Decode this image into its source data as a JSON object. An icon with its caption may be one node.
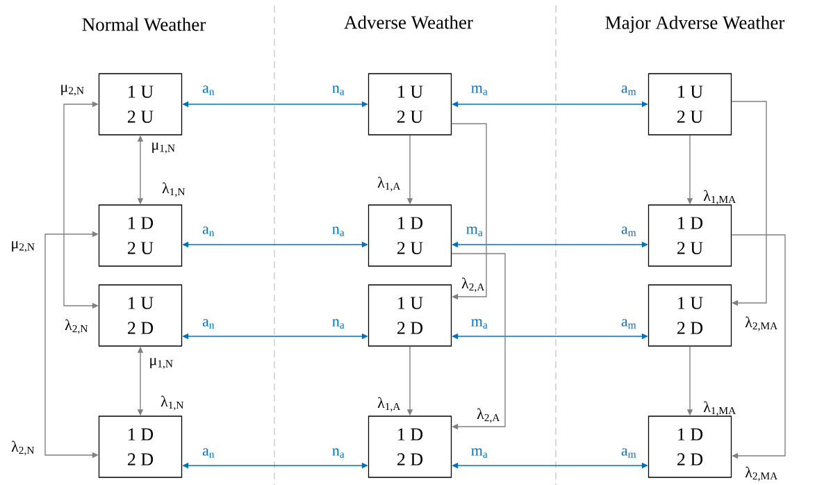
{
  "diagram": {
    "nodes": [
      {
        "text": [
          "1 U",
          "2 U"
        ]
      },
      {
        "text": [
          "1 D",
          "2 U"
        ]
      },
      {
        "text": [
          "1 U",
          "2 D"
        ]
      },
      {
        "text": [
          "1 D",
          "2 D"
        ]
      },
      {
        "text": [
          "1 U",
          "2 U"
        ]
      },
      {
        "text": [
          "1 D",
          "2 U"
        ]
      },
      {
        "text": [
          "1 U",
          "2 D"
        ]
      },
      {
        "text": [
          "1 D",
          "2 D"
        ]
      },
      {
        "text": [
          "1 U",
          "2 U"
        ]
      },
      {
        "text": [
          "1 D",
          "2 U"
        ]
      },
      {
        "text": [
          "1 U",
          "2 D"
        ]
      },
      {
        "text": [
          "1 D",
          "2 D"
        ]
      }
    ],
    "edges": [
      {
        "from": 0,
        "to": 4,
        "arrow": "both",
        "label": "a$_{n}$",
        "color": "#0070c0"
      },
      {
        "from": 1,
        "to": 5,
        "arrow": "both",
        "label": "a$_{n}$",
        "color": "#0070c0"
      },
      {
        "from": 2,
        "to": 6,
        "arrow": "both",
        "label": "a$_{n}$",
        "color": "#0070c0"
      },
      {
        "from": 3,
        "to": 7,
        "arrow": "both",
        "label": "a$_{n}$",
        "color": "#0070c0"
      },
      {
        "from": 4,
        "to": 8,
        "arrow": "both",
        "label": "m$_{a}$",
        "color": "#0070c0"
      },
      {
        "from": 5,
        "to": 9,
        "arrow": "both",
        "label": "m$_{a}$",
        "color": "#0070c0"
      },
      {
        "from": 6,
        "to": 10,
        "arrow": "both",
        "label": "m$_{a}$",
        "color": "#0070c0"
      },
      {
        "from": 7,
        "to": 11,
        "arrow": "both",
        "label": "m$_{a}$",
        "color": "#0070c0"
      },
      {
        "from": 0,
        "to": 1,
        "arrow": "both",
        "label": "μ$_{1,N}$",
        "color": "#808080"
      },
      {
        "from": 2,
        "to": 3,
        "arrow": "both",
        "label": "μ$_{1,N}$",
        "color": "#808080"
      },
      {
        "from": 0,
        "to": 2,
        "arrow": "both",
        "label": "μ$_{2,N}$",
        "color": "#808080"
      },
      {
        "from": 1,
        "to": 3,
        "arrow": "both",
        "label": "μ$_{2,N}$",
        "color": "#808080"
      },
      {
        "from": 4,
        "to": 5,
        "arrow": "to",
        "label": "λ$_{1,A}$",
        "color": "#808080"
      },
      {
        "from": 6,
        "to": 7,
        "arrow": "to",
        "label": "λ$_{1,A}$",
        "color": "#808080"
      },
      {
        "from": 4,
        "to": 6,
        "arrow": "to",
        "label": "λ$_{2,A}$",
        "color": "#808080"
      },
      {
        "from": 5,
        "to": 7,
        "arrow": "to",
        "label": "λ$_{2,A}$",
        "color": "#808080"
      },
      {
        "from": 8,
        "to": 9,
        "arrow": "to",
        "label": "λ$_{1,MA}$",
        "color": "#808080"
      },
      {
        "from": 10,
        "to": 11,
        "arrow": "to",
        "label": "λ$_{1,MA}$",
        "color": "#808080"
      },
      {
        "from": 8,
        "to": 10,
        "arrow": "to",
        "label": "λ$_{2,MA}$",
        "color": "#808080"
      },
      {
        "from": 9,
        "to": 11,
        "arrow": "to",
        "label": "λ$_{2,MA}$",
        "color": "#808080"
      }
    ],
    "labels": [
      "Normal Weather",
      "Adverse Weather",
      "Major Adverse Weather",
      "n$_{a}$",
      "n$_{a}$",
      "n$_{a}$",
      "n$_{a}$",
      "a$_{m}$",
      "a$_{m}$",
      "a$_{m}$",
      "a$_{m}$",
      "λ$_{1,N}$",
      "λ$_{1,N}$",
      "λ$_{2,N}$",
      "λ$_{2,N}$"
    ]
  }
}
